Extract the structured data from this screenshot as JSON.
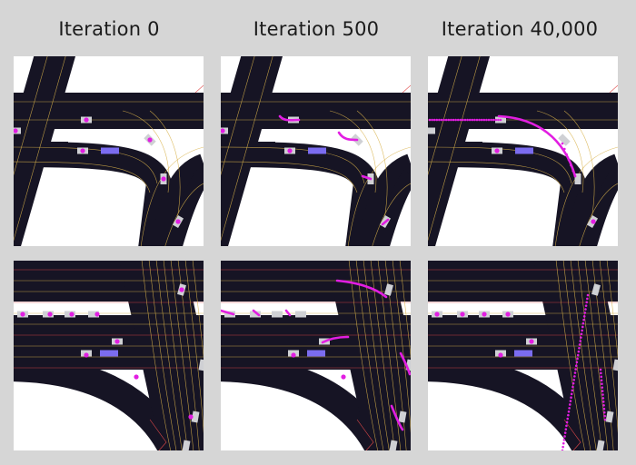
{
  "figure": {
    "columns": [
      {
        "title": "Iteration 0"
      },
      {
        "title": "Iteration 500"
      },
      {
        "title": "Iteration 40,000"
      }
    ],
    "rows": [
      {
        "scene": "merge-junction"
      },
      {
        "scene": "multi-lane-intersection"
      }
    ]
  },
  "colors": {
    "background": "#d6d6d6",
    "road": "#161424",
    "lane_line": "#d8b24a",
    "boundary_line": "#e04848",
    "agent_vehicle": "#cfd0d4",
    "ego_vehicle": "#7b6cf0",
    "trajectory": "#e21ee2"
  }
}
